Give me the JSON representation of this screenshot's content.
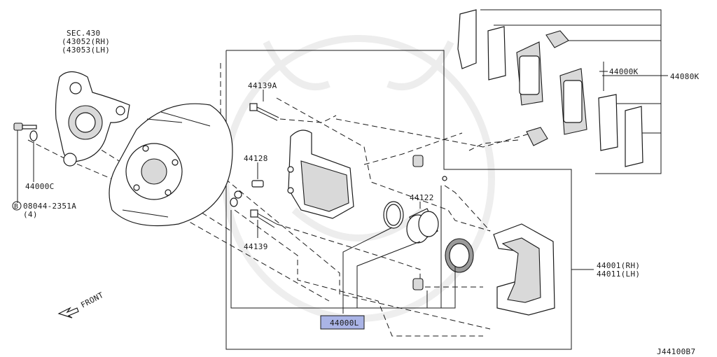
{
  "diagram": {
    "background": "#ffffff",
    "line_color": "#1a1a1a",
    "highlight_color": "#aab4e6",
    "labels": {
      "sec430": "SEC.430",
      "rh_43052": "(43052(RH)",
      "lh_43053": "(43053(LH)",
      "p44000c": "44000C",
      "bolt_b": "B",
      "bolt_code": "08044-2351A",
      "bolt_qty": "(4)",
      "front": "FRONT",
      "p44139a": "44139A",
      "p44128": "44128",
      "p44139": "44139",
      "p44122": "44122",
      "p44000l": "44000L",
      "p44000k": "44000K",
      "p44080k": "44080K",
      "p44001": "44001(RH)",
      "p44011": "44011(LH)",
      "diagram_code": "J44100B7"
    }
  }
}
